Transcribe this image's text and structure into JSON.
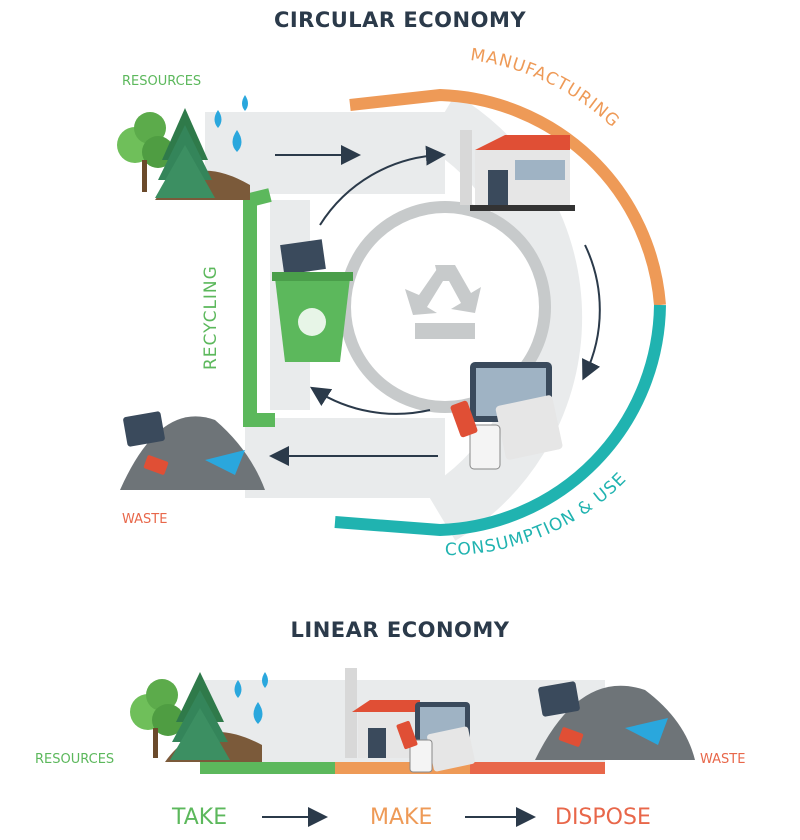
{
  "circular": {
    "title": "CIRCULAR ECONOMY",
    "resources_label": "RESOURCES",
    "waste_label": "WASTE",
    "manufacturing_label": "MANUFACTURING",
    "consumption_label": "CONSUMPTION & USE",
    "recycling_label": "RECYCLING"
  },
  "linear": {
    "title": "LINEAR ECONOMY",
    "resources_label": "RESOURCES",
    "waste_label": "WASTE",
    "steps": [
      "TAKE",
      "MAKE",
      "DISPOSE"
    ]
  },
  "colors": {
    "green": "#5cb85c",
    "orange": "#ee9a57",
    "teal": "#20b3b0",
    "red": "#e8674a",
    "navy": "#2b3a4a",
    "track": "#e9ebec"
  },
  "icons": [
    "tree-icon",
    "water-drop-icon",
    "factory-icon",
    "recycle-icon",
    "recycle-bin-icon",
    "devices-icon",
    "waste-pile-icon",
    "arrow-icon"
  ]
}
